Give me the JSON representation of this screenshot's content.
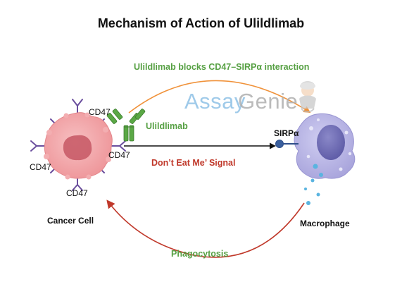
{
  "title": "Mechanism of Action of Ulildlimab",
  "labels": {
    "blocks": "Ulildlimab blocks CD47–SIRPα interaction",
    "antibody": "Ulildlimab",
    "dont_eat": "Don’t Eat Me’ Signal",
    "phagocytosis": "Phagocytosis",
    "sirpa": "SIRPα",
    "cancer_cell": "Cancer Cell",
    "macrophage": "Macrophage",
    "cd47_top": "CD47",
    "cd47_left": "CD47",
    "cd47_right": "CD47",
    "cd47_bottom": "CD47"
  },
  "watermark": {
    "part1": "Assay",
    "part2": "Genie"
  },
  "colors": {
    "green": "#56a043",
    "red": "#c0392b",
    "orange_arrow": "#f0923a",
    "cancer_cell": "#f2a3a7",
    "nucleus": "#c95c68",
    "receptor": "#6b4f9e",
    "macrophage": "#b8b5e6",
    "macrophage_nucleus": "#6c6ab2",
    "sirpa": "#2f4f8a",
    "granules": "#5ab4e0"
  }
}
